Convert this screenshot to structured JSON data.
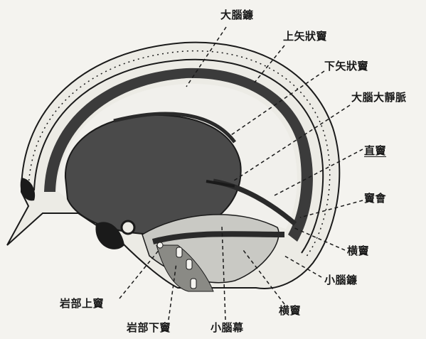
{
  "labels": {
    "falx_cerebri": "大腦鐮",
    "superior_sagittal_sinus": "上矢狀竇",
    "inferior_sagittal_sinus": "下矢狀竇",
    "great_cerebral_vein": "大腦大靜脈",
    "straight_sinus": "直竇",
    "confluence_of_sinuses": "竇會",
    "transverse_sinus_right": "横竇",
    "falx_cerebelli": "小腦鐮",
    "transverse_sinus_bottom": "横竇",
    "superior_petrosal_sinus": "岩部上竇",
    "inferior_petrosal_sinus": "岩部下竇",
    "tentorium_cerebelli": "小腦幕"
  },
  "colors": {
    "background": "#f4f3ef",
    "ink": "#1a1a1a",
    "dura_dark": "#3b3b3b",
    "brain_mass": "#4a4a4a",
    "bone": "#ecebe5",
    "tentorium": "#c9c9c4"
  }
}
